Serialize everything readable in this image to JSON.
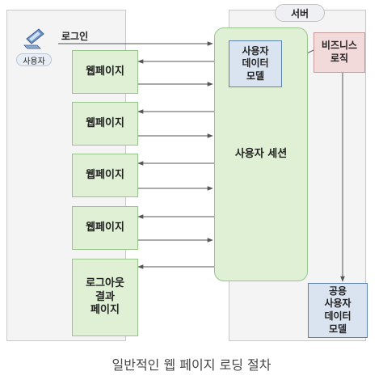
{
  "user": {
    "label": "사용자"
  },
  "login": {
    "label": "로그인"
  },
  "server": {
    "label": "서버"
  },
  "pages": [
    {
      "label": "웹페이지"
    },
    {
      "label": "웹페이지"
    },
    {
      "label": "웹페이지"
    },
    {
      "label": "웹페이지"
    },
    {
      "label": "로그아웃\n결과\n페이지"
    }
  ],
  "session": {
    "label": "사용자 세션"
  },
  "user_data_model": {
    "label": "사용자\n데이터\n모델"
  },
  "business_logic": {
    "label": "비즈니스\n로직"
  },
  "shared_data_model": {
    "label": "공용\n사용자\n데이터\n모델"
  },
  "caption": "일반적인 웹 페이지 로딩 절차"
}
